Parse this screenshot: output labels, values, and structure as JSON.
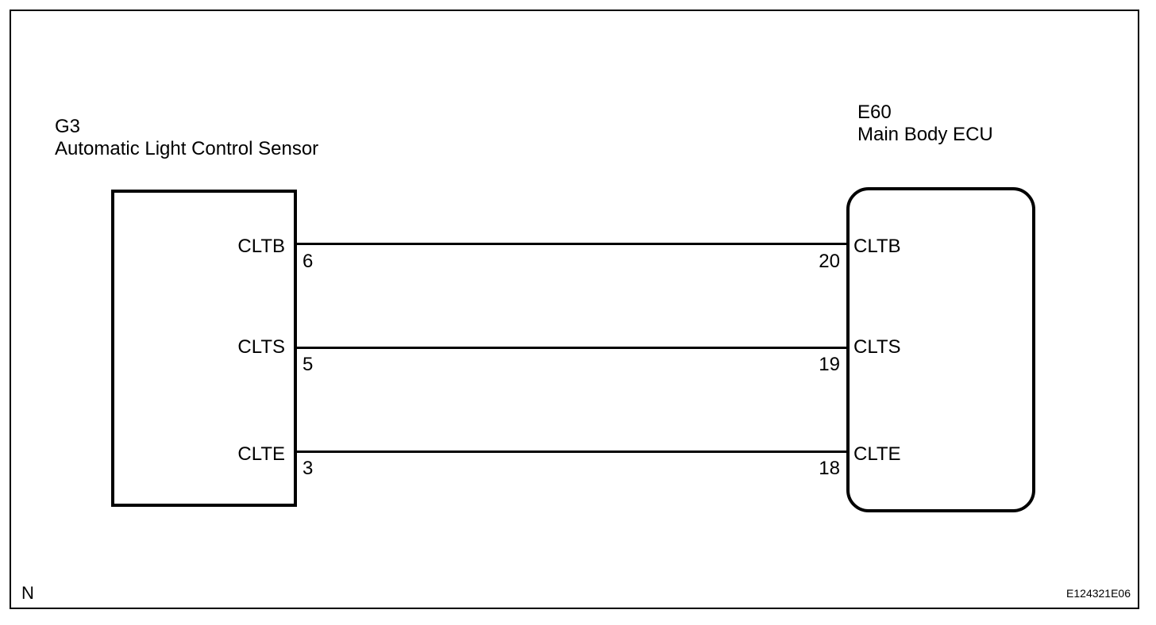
{
  "left_component": {
    "code": "G3",
    "name": "Automatic Light Control Sensor"
  },
  "right_component": {
    "code": "E60",
    "name": "Main Body ECU"
  },
  "wires": [
    {
      "left_signal": "CLTB",
      "left_pin": "6",
      "right_pin": "20",
      "right_signal": "CLTB"
    },
    {
      "left_signal": "CLTS",
      "left_pin": "5",
      "right_pin": "19",
      "right_signal": "CLTS"
    },
    {
      "left_signal": "CLTE",
      "left_pin": "3",
      "right_pin": "18",
      "right_signal": "CLTE"
    }
  ],
  "footer": {
    "left_mark": "N",
    "figure_code": "E124321E06"
  }
}
